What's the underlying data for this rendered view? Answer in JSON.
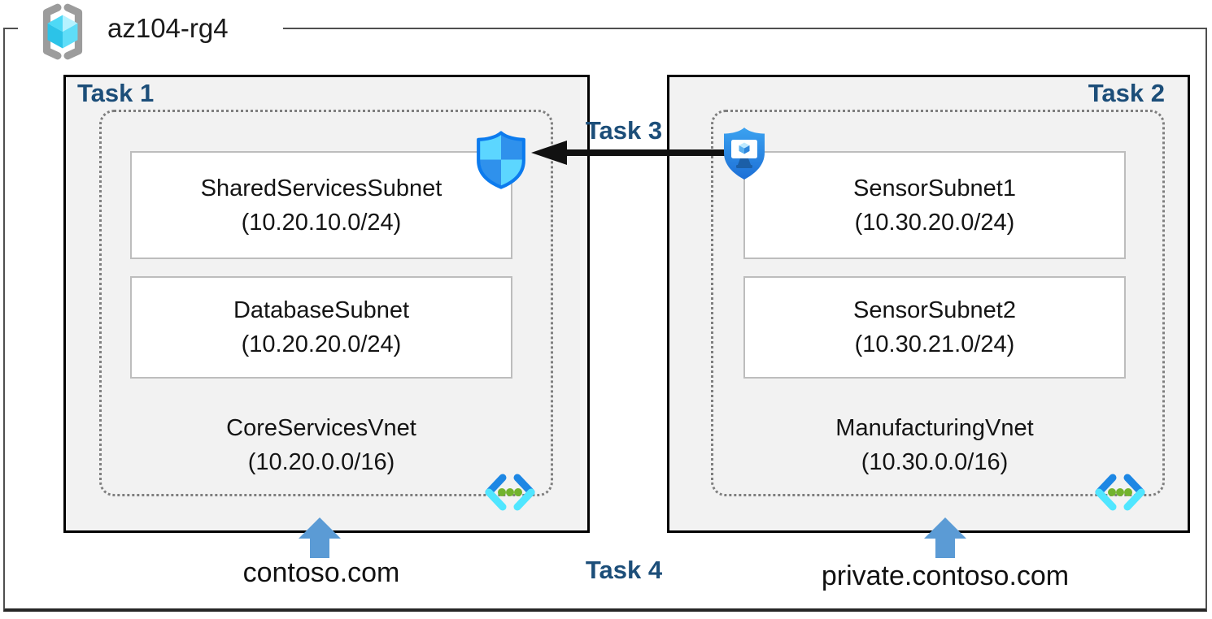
{
  "header": {
    "resource_group": "az104-rg4"
  },
  "labels": {
    "task1": "Task 1",
    "task2": "Task 2",
    "task3": "Task 3",
    "task4": "Task 4"
  },
  "core_vnet": {
    "subnet1_name": "SharedServicesSubnet",
    "subnet1_cidr": "(10.20.10.0/24)",
    "subnet2_name": "DatabaseSubnet",
    "subnet2_cidr": "(10.20.20.0/24)",
    "vnet_name": "CoreServicesVnet",
    "vnet_cidr": "(10.20.0.0/16)",
    "dns": "contoso.com"
  },
  "mfg_vnet": {
    "subnet1_name": "SensorSubnet1",
    "subnet1_cidr": "(10.30.20.0/24)",
    "subnet2_name": "SensorSubnet2",
    "subnet2_cidr": "(10.30.21.0/24)",
    "vnet_name": "ManufacturingVnet",
    "vnet_cidr": "(10.30.0.0/16)",
    "dns": "private.contoso.com"
  },
  "icons": {
    "resource_group": "resource-group-icon",
    "nsg": "network-security-group-shield-icon",
    "bastion": "bastion-shield-monitor-icon",
    "vnet": "virtual-network-chevrons-icon",
    "peering_arrow": "black-left-arrow",
    "dns_arrow": "blue-up-arrow"
  },
  "colors": {
    "task_label": "#1C4E79",
    "region_fill": "#F2F2F2",
    "region_border": "#000000",
    "subnet_border": "#BDBDBD",
    "dotted_border": "#7F7F7F",
    "rg_border": "#4F4F4F",
    "blue_arrow": "#5B9BD5",
    "azure_blue": "#0C7BEE",
    "azure_cyan": "#50E6FF",
    "green_dot": "#72B32D"
  }
}
